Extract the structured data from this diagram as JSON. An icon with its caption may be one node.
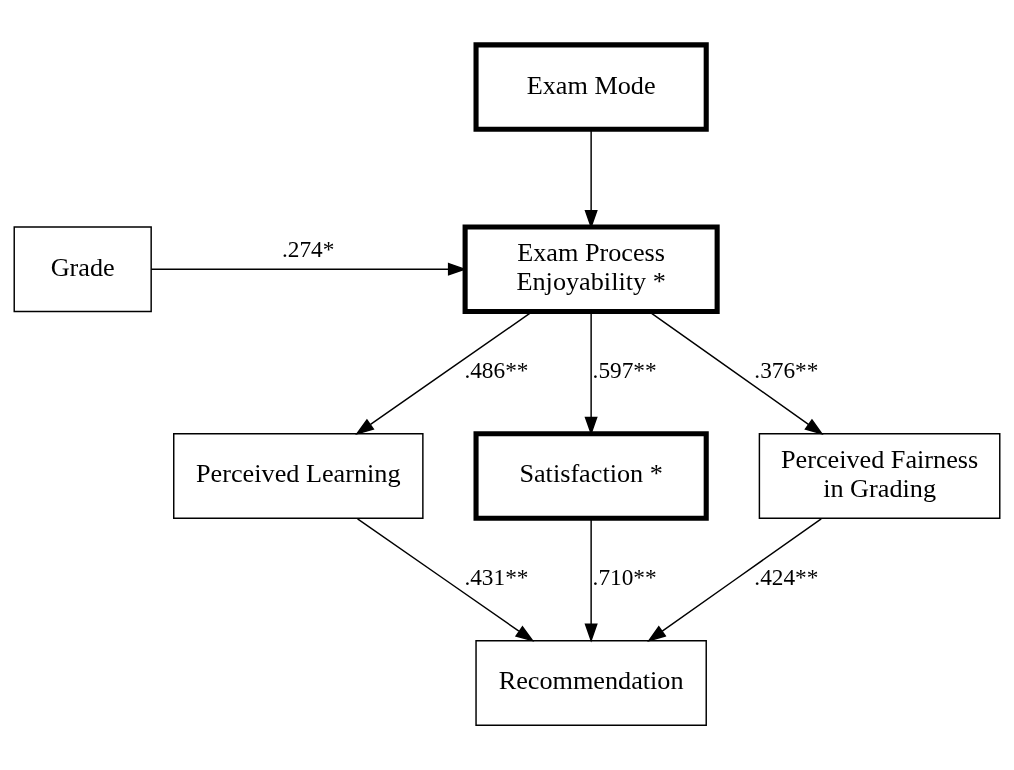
{
  "diagram": {
    "nodes": [
      {
        "text": [
          "Exam Mode"
        ]
      },
      {
        "text": [
          "Exam Process Enjoyability *"
        ]
      },
      {
        "text": [
          "Grade"
        ]
      },
      {
        "text": [
          "Perceived Learning"
        ]
      },
      {
        "text": [
          "Satisfaction *"
        ]
      },
      {
        "text": [
          "Perceived Fairness in Grading"
        ]
      },
      {
        "text": [
          "Recommendation"
        ]
      }
    ],
    "edges": [
      {
        "from": 0,
        "to": 1,
        "arrow": "to"
      },
      {
        "from": 2,
        "to": 1,
        "arrow": "to",
        "label": ".274*"
      },
      {
        "from": 1,
        "to": 3,
        "arrow": "to",
        "label": ".486**"
      },
      {
        "from": 1,
        "to": 4,
        "arrow": "to",
        "label": ".597**"
      },
      {
        "from": 1,
        "to": 5,
        "arrow": "to",
        "label": ".376**"
      },
      {
        "from": 3,
        "to": 6,
        "arrow": "to",
        "label": ".431**"
      },
      {
        "from": 4,
        "to": 6,
        "arrow": "to",
        "label": ".710**"
      },
      {
        "from": 5,
        "to": 6,
        "arrow": "to",
        "label": ".424**"
      }
    ]
  }
}
